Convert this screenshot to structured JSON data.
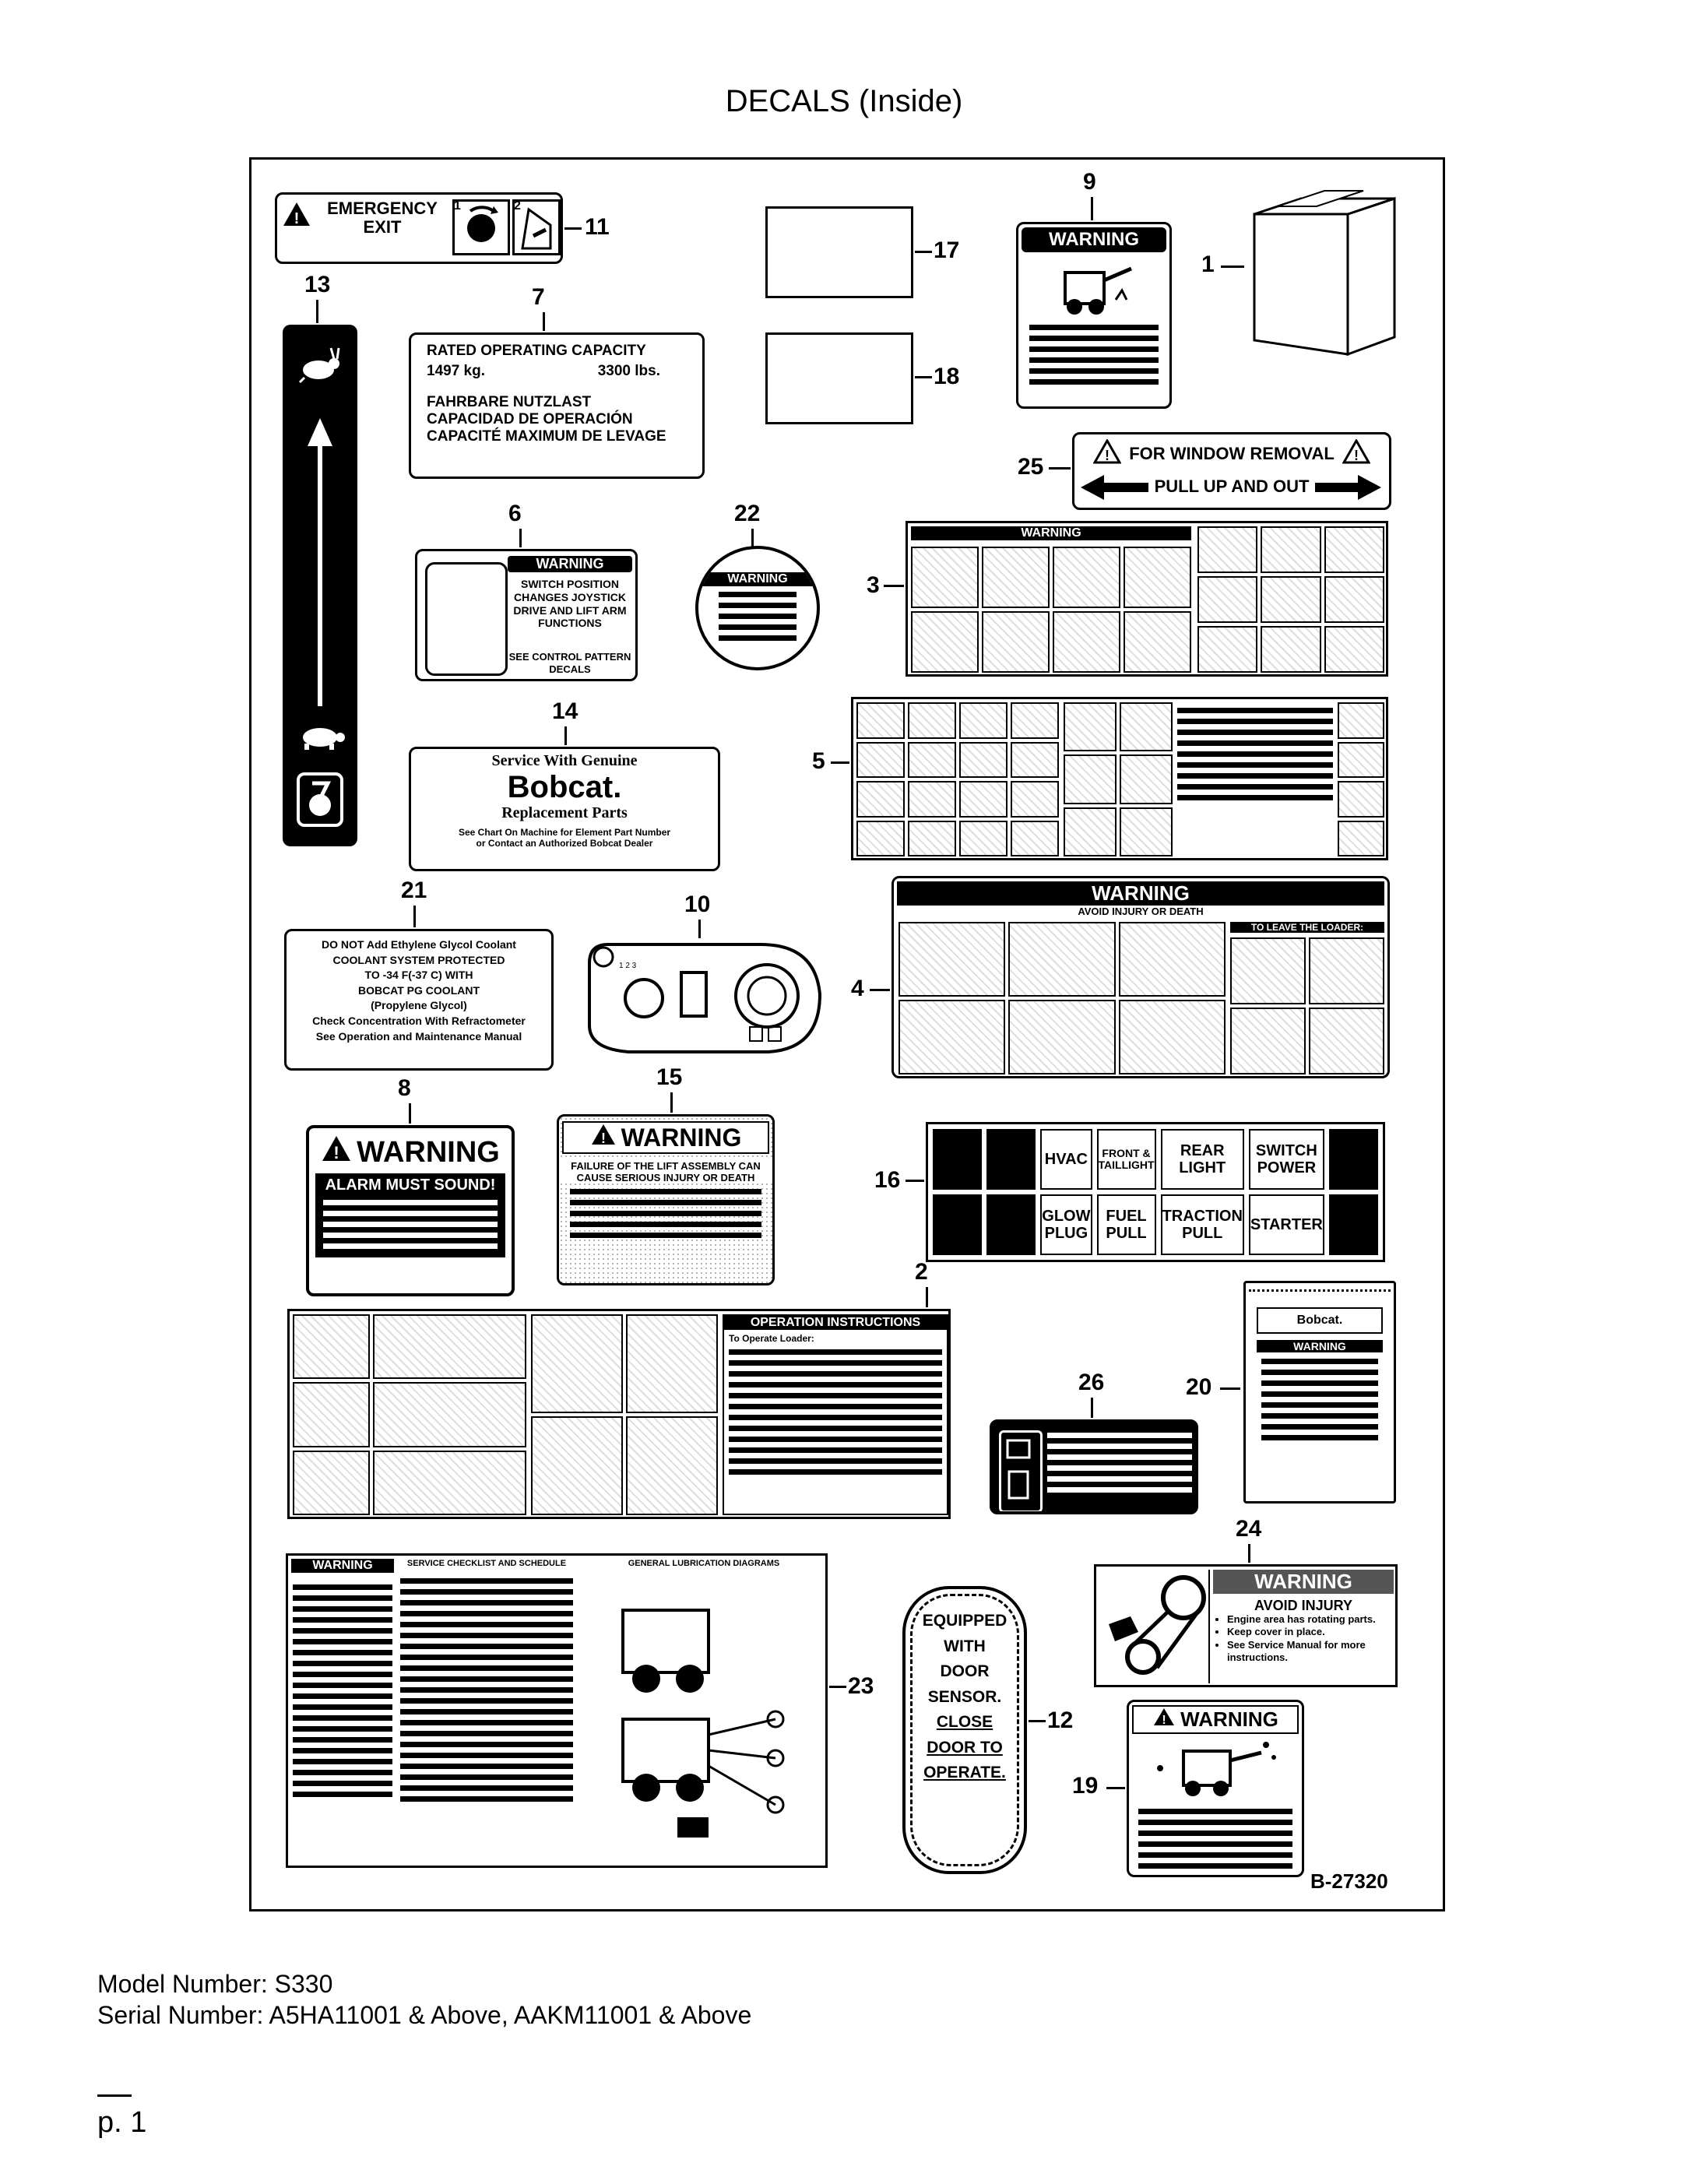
{
  "page_title": "DECALS (Inside)",
  "diagram_code": "B-27320",
  "model_line": "Model Number: S330",
  "serial_line": "Serial Number: A5HA11001 & Above, AAKM11001 & Above",
  "page_number": "p. 1",
  "callouts": {
    "c1": "1",
    "c2": "2",
    "c3": "3",
    "c4": "4",
    "c5": "5",
    "c6": "6",
    "c7": "7",
    "c8": "8",
    "c9": "9",
    "c10": "10",
    "c11": "11",
    "c12": "12",
    "c13": "13",
    "c14": "14",
    "c15": "15",
    "c16": "16",
    "c17": "17",
    "c18": "18",
    "c19": "19",
    "c20": "20",
    "c21": "21",
    "c22": "22",
    "c23": "23",
    "c24": "24",
    "c25": "25",
    "c26": "26"
  },
  "decal11": {
    "line1": "EMERGENCY",
    "line2": "EXIT",
    "n1": "1",
    "n2": "2"
  },
  "decal7": {
    "heading": "RATED OPERATING CAPACITY",
    "kg": "1497 kg.",
    "lbs": "3300 lbs.",
    "de": "FAHRBARE NUTZLAST",
    "es": "CAPACIDAD DE OPERACIÓN",
    "fr": "CAPACITÉ MAXIMUM DE LEVAGE"
  },
  "decal9": {
    "header": "WARNING"
  },
  "decal25": {
    "line1": "FOR WINDOW REMOVAL",
    "line2": "PULL UP AND OUT"
  },
  "decal6": {
    "header": "WARNING",
    "body": "SWITCH POSITION CHANGES JOYSTICK DRIVE AND LIFT ARM FUNCTIONS",
    "footer": "SEE CONTROL PATTERN DECALS"
  },
  "decal22": {
    "header": "WARNING"
  },
  "decal3": {
    "header": "WARNING"
  },
  "decal14": {
    "line1": "Service With Genuine",
    "brand": "Bobcat.",
    "line3": "Replacement Parts",
    "line4": "See Chart On Machine for Element Part Number",
    "line5": "or Contact an Authorized Bobcat Dealer"
  },
  "decal21": {
    "lines": [
      "DO NOT Add Ethylene Glycol Coolant",
      "COOLANT SYSTEM PROTECTED",
      "TO -34 F(-37 C) WITH",
      "BOBCAT PG COOLANT",
      "(Propylene Glycol)",
      "Check Concentration With Refractometer",
      "See Operation and Maintenance Manual"
    ]
  },
  "decal4": {
    "header": "WARNING",
    "sub": "AVOID INJURY OR DEATH",
    "right_header": "TO LEAVE THE LOADER:"
  },
  "decal8": {
    "header": "WARNING",
    "alarm": "ALARM MUST SOUND!"
  },
  "decal15": {
    "header": "WARNING",
    "line1": "FAILURE OF THE LIFT ASSEMBLY CAN",
    "line2": "CAUSE SERIOUS INJURY OR DEATH"
  },
  "decal16": {
    "labels": [
      "HVAC",
      "FRONT & TAILLIGHT",
      "REAR LIGHT",
      "SWITCH POWER",
      "GLOW PLUG",
      "FUEL PULL",
      "TRACTION PULL",
      "STARTER"
    ]
  },
  "decal2": {
    "header": "OPERATION INSTRUCTIONS",
    "sub": "To Operate Loader:"
  },
  "decal26": {},
  "decal20": {
    "brand": "Bobcat.",
    "header": "WARNING"
  },
  "decal24": {
    "header": "WARNING",
    "title": "AVOID INJURY",
    "bullets": [
      "Engine area has rotating parts.",
      "Keep cover in place.",
      "See Service Manual for more instructions."
    ]
  },
  "decal23": {
    "header": "WARNING",
    "mid_header": "SERVICE CHECKLIST AND SCHEDULE",
    "right_header": "GENERAL LUBRICATION DIAGRAMS"
  },
  "decal12": {
    "lines": [
      "EQUIPPED",
      "WITH",
      "DOOR",
      "SENSOR.",
      "CLOSE",
      "DOOR TO",
      "OPERATE."
    ]
  },
  "decal19": {
    "header": "WARNING"
  }
}
